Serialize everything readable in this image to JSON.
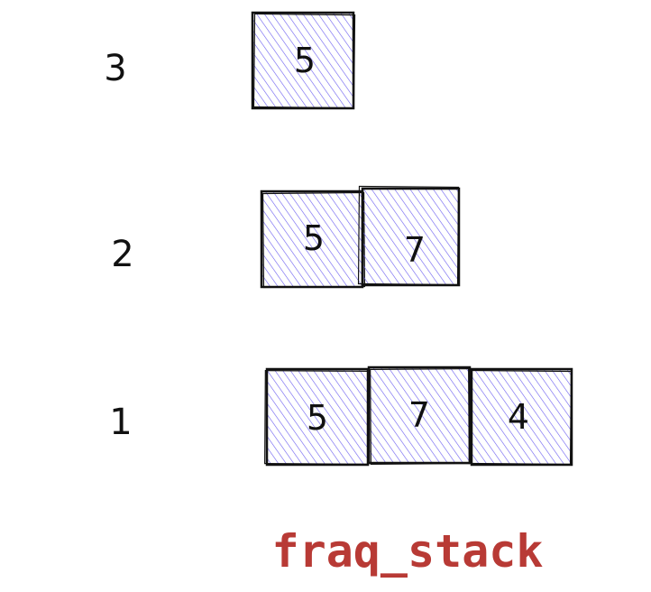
{
  "title": "fraq_stack",
  "colors": {
    "hatch": "#6a5df0",
    "stroke": "#111111",
    "title": "#b83a35"
  },
  "levels": [
    {
      "label": "3",
      "cells": [
        "5"
      ]
    },
    {
      "label": "2",
      "cells": [
        "5",
        "7"
      ]
    },
    {
      "label": "1",
      "cells": [
        "5",
        "7",
        "4"
      ]
    }
  ]
}
